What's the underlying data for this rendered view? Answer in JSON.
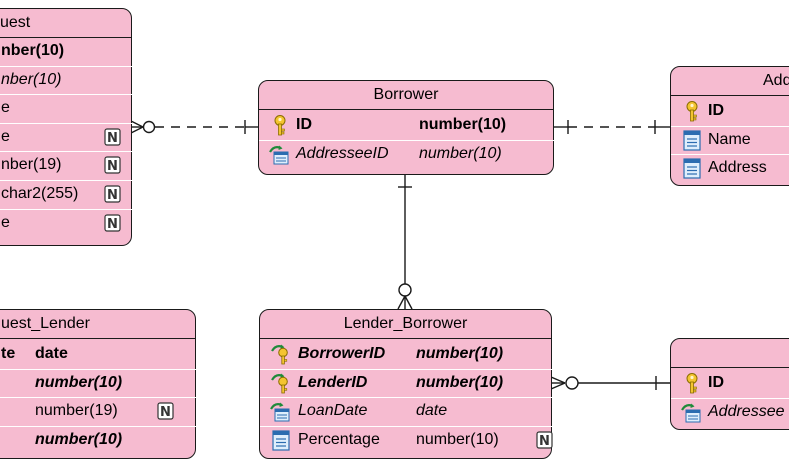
{
  "colors": {
    "entity_fill": "#f6bbd0",
    "border": "#1a1a1a"
  },
  "entities": {
    "request": {
      "title": "uest",
      "rows": [
        {
          "name": "nber(10)",
          "style": "bold"
        },
        {
          "name": "nber(10)",
          "style": "italic"
        },
        {
          "name": "e"
        },
        {
          "name": "e",
          "nullable": "N"
        },
        {
          "name": "nber(19)",
          "nullable": "N"
        },
        {
          "name": "char2(255)",
          "nullable": "N"
        },
        {
          "name": "e",
          "nullable": "N"
        }
      ]
    },
    "borrower": {
      "title": "Borrower",
      "rows": [
        {
          "icon": "primary-key-icon",
          "name": "ID",
          "type": "number(10)",
          "style": "bold"
        },
        {
          "icon": "foreign-key-icon",
          "name": "AddresseeID",
          "type": "number(10)",
          "style": "italic"
        }
      ]
    },
    "addressee": {
      "title": "Add",
      "rows": [
        {
          "icon": "primary-key-icon",
          "name": "ID",
          "style": "bold"
        },
        {
          "icon": "column-icon",
          "name": "Name"
        },
        {
          "icon": "column-icon",
          "name": "Address"
        }
      ]
    },
    "request_lender": {
      "title": "uest_Lender",
      "rows": [
        {
          "name": "te",
          "type": "date",
          "style": "bold"
        },
        {
          "name": "",
          "type": "number(10)",
          "style": "bold-italic"
        },
        {
          "name": "",
          "type": "number(19)",
          "nullable": "N"
        },
        {
          "name": "",
          "type": "number(10)",
          "style": "bold-italic"
        }
      ]
    },
    "lender_borrower": {
      "title": "Lender_Borrower",
      "rows": [
        {
          "icon": "pk-fk-icon",
          "name": "BorrowerID",
          "type": "number(10)",
          "style": "bold-italic"
        },
        {
          "icon": "pk-fk-icon",
          "name": "LenderID",
          "type": "number(10)",
          "style": "bold-italic"
        },
        {
          "icon": "foreign-key-icon",
          "name": "LoanDate",
          "type": "date",
          "style": "italic"
        },
        {
          "icon": "column-icon",
          "name": "Percentage",
          "type": "number(10)",
          "nullable": "N"
        }
      ]
    },
    "right_lower": {
      "title": "",
      "rows": [
        {
          "icon": "primary-key-icon",
          "name": "ID",
          "style": "bold"
        },
        {
          "icon": "foreign-key-icon",
          "name": "Addressee",
          "style": "italic"
        }
      ]
    }
  }
}
